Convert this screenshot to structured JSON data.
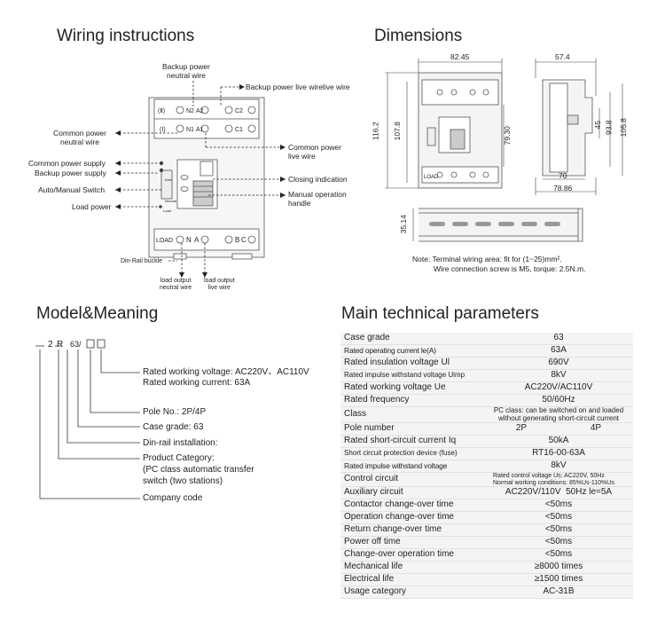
{
  "sections": {
    "wiring": "Wiring instructions",
    "dimensions": "Dimensions",
    "model": "Model&Meaning",
    "params": "Main technical parameters"
  },
  "wiring": {
    "labels": {
      "backup_neutral": "Backup power\nneutral wire",
      "backup_live": "Backup power live wirelive wire",
      "common_neutral": "Common power\nneutral wire",
      "common_live": "Common power\nlive wire",
      "common_supply": "Common power supply",
      "backup_supply": "Backup power supply",
      "auto_manual": "Auto/Manual Switch",
      "closing": "Closing indication",
      "manual_handle": "Manual operation\nhandle",
      "load_power": "Load power",
      "din_rail_buckle": "Din-Rail buckle",
      "load_neutral": "load output\nneutral wire",
      "load_live": "load output\nlive wire"
    },
    "device": {
      "row_ii": "(Ⅱ)",
      "row_i": "(Ⅰ)",
      "n2": "N2",
      "a2": "A2",
      "c2": "C2",
      "n1": "N1",
      "a1": "A1",
      "c1": "C1",
      "load": "LOAD",
      "n": "N",
      "a": "A",
      "b": "B",
      "c": "C",
      "auto": "Auto",
      "manual": "Manual",
      "load_small": "Load"
    }
  },
  "dimensions": {
    "w_front": "82.45",
    "w_side": "57.4",
    "h_total": "116.2",
    "h_body": "107.8",
    "h_inner": "79.30",
    "h_side_a": "45",
    "h_side_b": "93.8",
    "h_side_c": "105.8",
    "w_base": "70",
    "w_side_total": "78.86",
    "rail_h": "35.14",
    "note_1": "Note: Terminal wiring area: fit for (1~25)mm².",
    "note_2": "Wire connection screw is M5, torque: 2.5N.m.",
    "load": "LOAD"
  },
  "model": {
    "code_2": "2",
    "code_r": "R",
    "code_63": "63/",
    "desc_1a": "Rated working voltage: AC220V、AC110V",
    "desc_1b": "Rated working current: 63A",
    "desc_2": "Pole No.: 2P/4P",
    "desc_3": "Case grade: 63",
    "desc_4": "Din-rail installation:",
    "desc_5a": "Product Category:",
    "desc_5b": "(PC class automatic transfer",
    "desc_5c": "switch (two stations)",
    "desc_6": "Company code"
  },
  "params": {
    "rows": [
      {
        "k": "Case grade",
        "v": "63"
      },
      {
        "k": "Rated operating current le(A)",
        "v": "63A",
        "kstyle": "narrow"
      },
      {
        "k": "Rated insulation voltage Ul",
        "v": "690V"
      },
      {
        "k": "Rated impulse withstand voltage Uimp",
        "v": "8kV",
        "kstyle": "tiny-k"
      },
      {
        "k": "Rated working voltage Ue",
        "v": "AC220V/AC110V"
      },
      {
        "k": "Rated frequency",
        "v": "50/60Hz"
      },
      {
        "k": "Class",
        "v": "PC class: can be switched on and loaded\nwithout generating short-circuit current",
        "vstyle": "small"
      },
      {
        "k": "Pole number",
        "v2": [
          "2P",
          "4P"
        ]
      },
      {
        "k": "Rated short-circuit current Iq",
        "v": "50kA"
      },
      {
        "k": "Short circuit protection device (fuse)",
        "v": "RT16-00-63A",
        "kstyle": "tiny-k"
      },
      {
        "k": "Rated impulse withstand voltage",
        "v": "8kV",
        "kstyle": "narrow"
      },
      {
        "k": "Control circuit",
        "v": "Rated control voltage Us: AC220V, 50Hz\nNormal working conditions: 85%Us-110%Us",
        "vstyle": "tiny"
      },
      {
        "k": "Auxiliary circuit",
        "v": "AC220V/110V  50Hz le=5A"
      },
      {
        "k": "Contactor change-over time",
        "v": "<50ms"
      },
      {
        "k": "Operation change-over time",
        "v": "<50ms"
      },
      {
        "k": "Return change-over time",
        "v": "<50ms"
      },
      {
        "k": "Power off time",
        "v": "<50ms"
      },
      {
        "k": "Change-over operation time",
        "v": "<50ms"
      },
      {
        "k": "Mechanical life",
        "v": "≥8000 times"
      },
      {
        "k": "Electrical life",
        "v": "≥1500 times"
      },
      {
        "k": "Usage category",
        "v": "AC-31B"
      }
    ]
  }
}
